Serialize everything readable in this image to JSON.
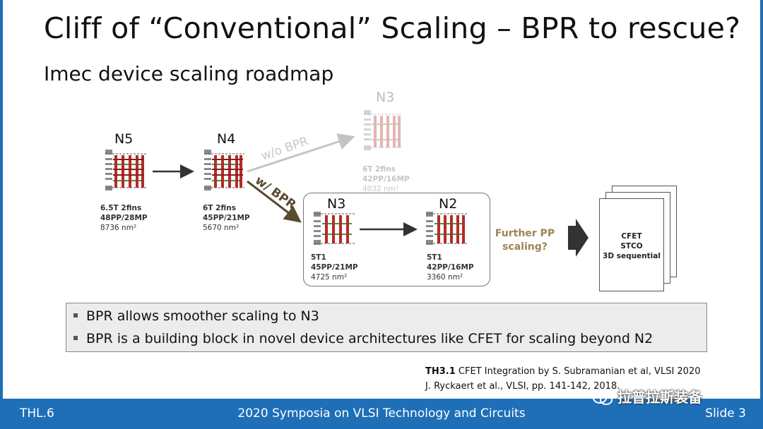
{
  "slide": {
    "title": "Cliff of “Conventional” Scaling – BPR to rescue?",
    "subtitle": "Imec device scaling roadmap"
  },
  "diagram": {
    "n5": {
      "label": "N5",
      "spec1": "6.5T 2fins",
      "spec2": "48PP/28MP",
      "spec3": "8736 nm²"
    },
    "n4": {
      "label": "N4",
      "spec1": "6T 2fins",
      "spec2": "45PP/21MP",
      "spec3": "5670 nm²"
    },
    "n3_without": {
      "label": "N3",
      "spec1": "6T 2fins",
      "spec2": "42PP/16MP",
      "spec3": "4032 nm²"
    },
    "n3_bpr": {
      "label": "N3",
      "spec1": "5T1",
      "spec2": "45PP/21MP",
      "spec3": "4725 nm²"
    },
    "n2": {
      "label": "N2",
      "spec1": "5T1",
      "spec2": "42PP/16MP",
      "spec3": "3360 nm²"
    },
    "arrow_without_bpr": "w/o BPR",
    "arrow_with_bpr": "w/ BPR",
    "further_line1": "Further PP",
    "further_line2": "scaling?",
    "future_line1": "CFET",
    "future_line2": "STCO",
    "future_line3": "3D sequential"
  },
  "bullets": [
    "BPR allows smoother scaling to N3",
    "BPR is a building block in novel device architectures like CFET for scaling beyond N2"
  ],
  "references": {
    "ref1_bold": "TH3.1",
    "ref1_text": " CFET Integration by S. Subramanian et al, VLSI 2020",
    "ref2": "J. Ryckaert et al., VLSI, pp. 141-142, 2018."
  },
  "footer": {
    "left": "THL.6",
    "center": "2020 Symposia on VLSI Technology and Circuits",
    "right": "Slide 3"
  },
  "watermark": "拉普拉斯装备",
  "colors": {
    "footer_blue": "#1f6fb8",
    "gate_red": "#b52a2a",
    "fin_green": "#3a9a3a",
    "bpr_arrow": "#5a4a30",
    "further_text": "#9c8554"
  }
}
